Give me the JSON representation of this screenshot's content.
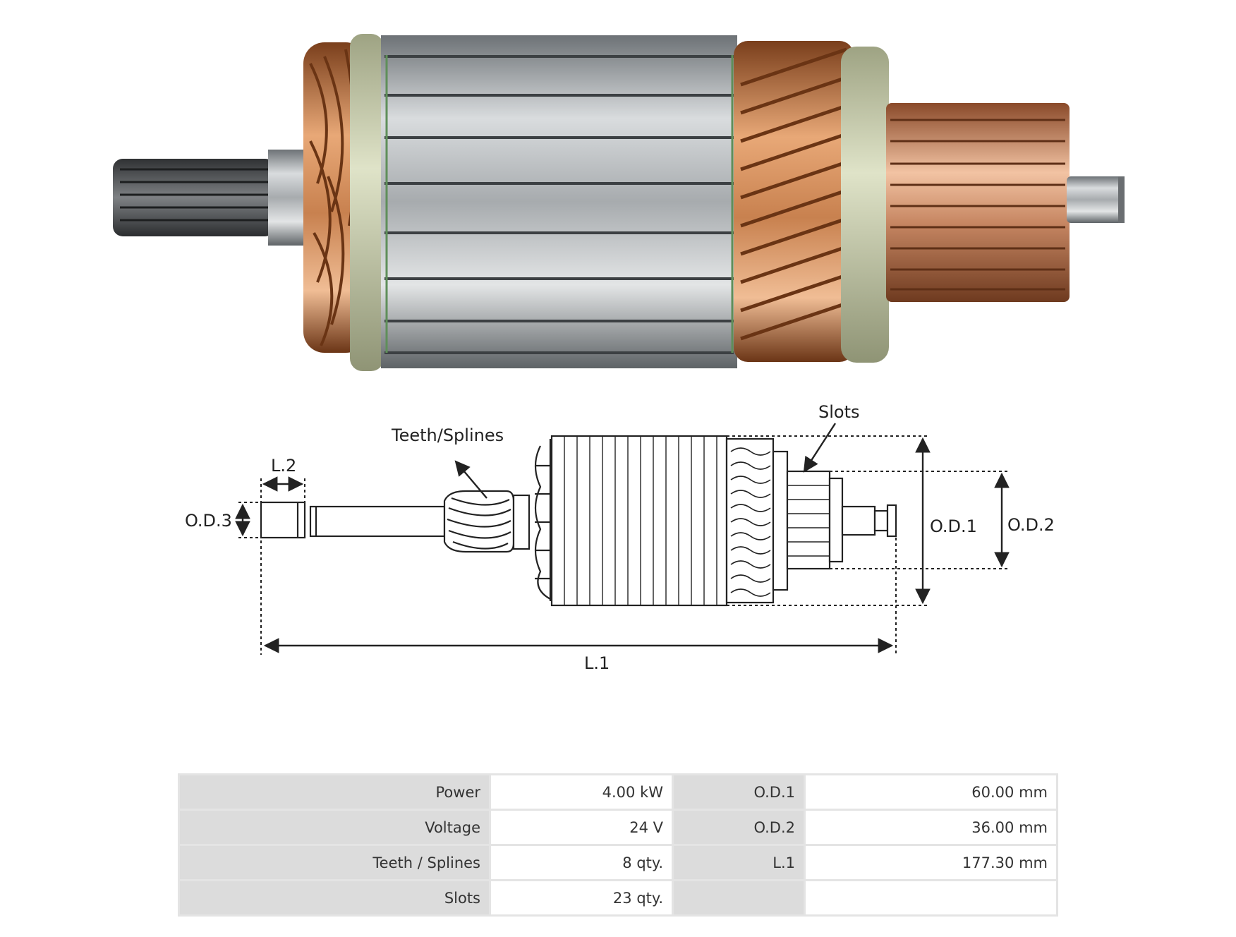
{
  "diagram": {
    "labels": {
      "slots": "Slots",
      "teeth_splines": "Teeth/Splines",
      "l2": "L.2",
      "od3": "O.D.3",
      "od1": "O.D.1",
      "od2": "O.D.2",
      "l1": "L.1"
    }
  },
  "specs": {
    "rows": [
      {
        "k1": "Power",
        "v1": "4.00 kW",
        "k2": "O.D.1",
        "v2": "60.00 mm"
      },
      {
        "k1": "Voltage",
        "v1": "24 V",
        "k2": "O.D.2",
        "v2": "36.00 mm"
      },
      {
        "k1": "Teeth / Splines",
        "v1": "8 qty.",
        "k2": "L.1",
        "v2": "177.30 mm"
      },
      {
        "k1": "Slots",
        "v1": "23 qty.",
        "k2": "",
        "v2": ""
      }
    ]
  },
  "colors": {
    "copper": "#b8733d",
    "steel": "#a9adb0",
    "insulation": "#c9cfae",
    "line": "#222222"
  }
}
